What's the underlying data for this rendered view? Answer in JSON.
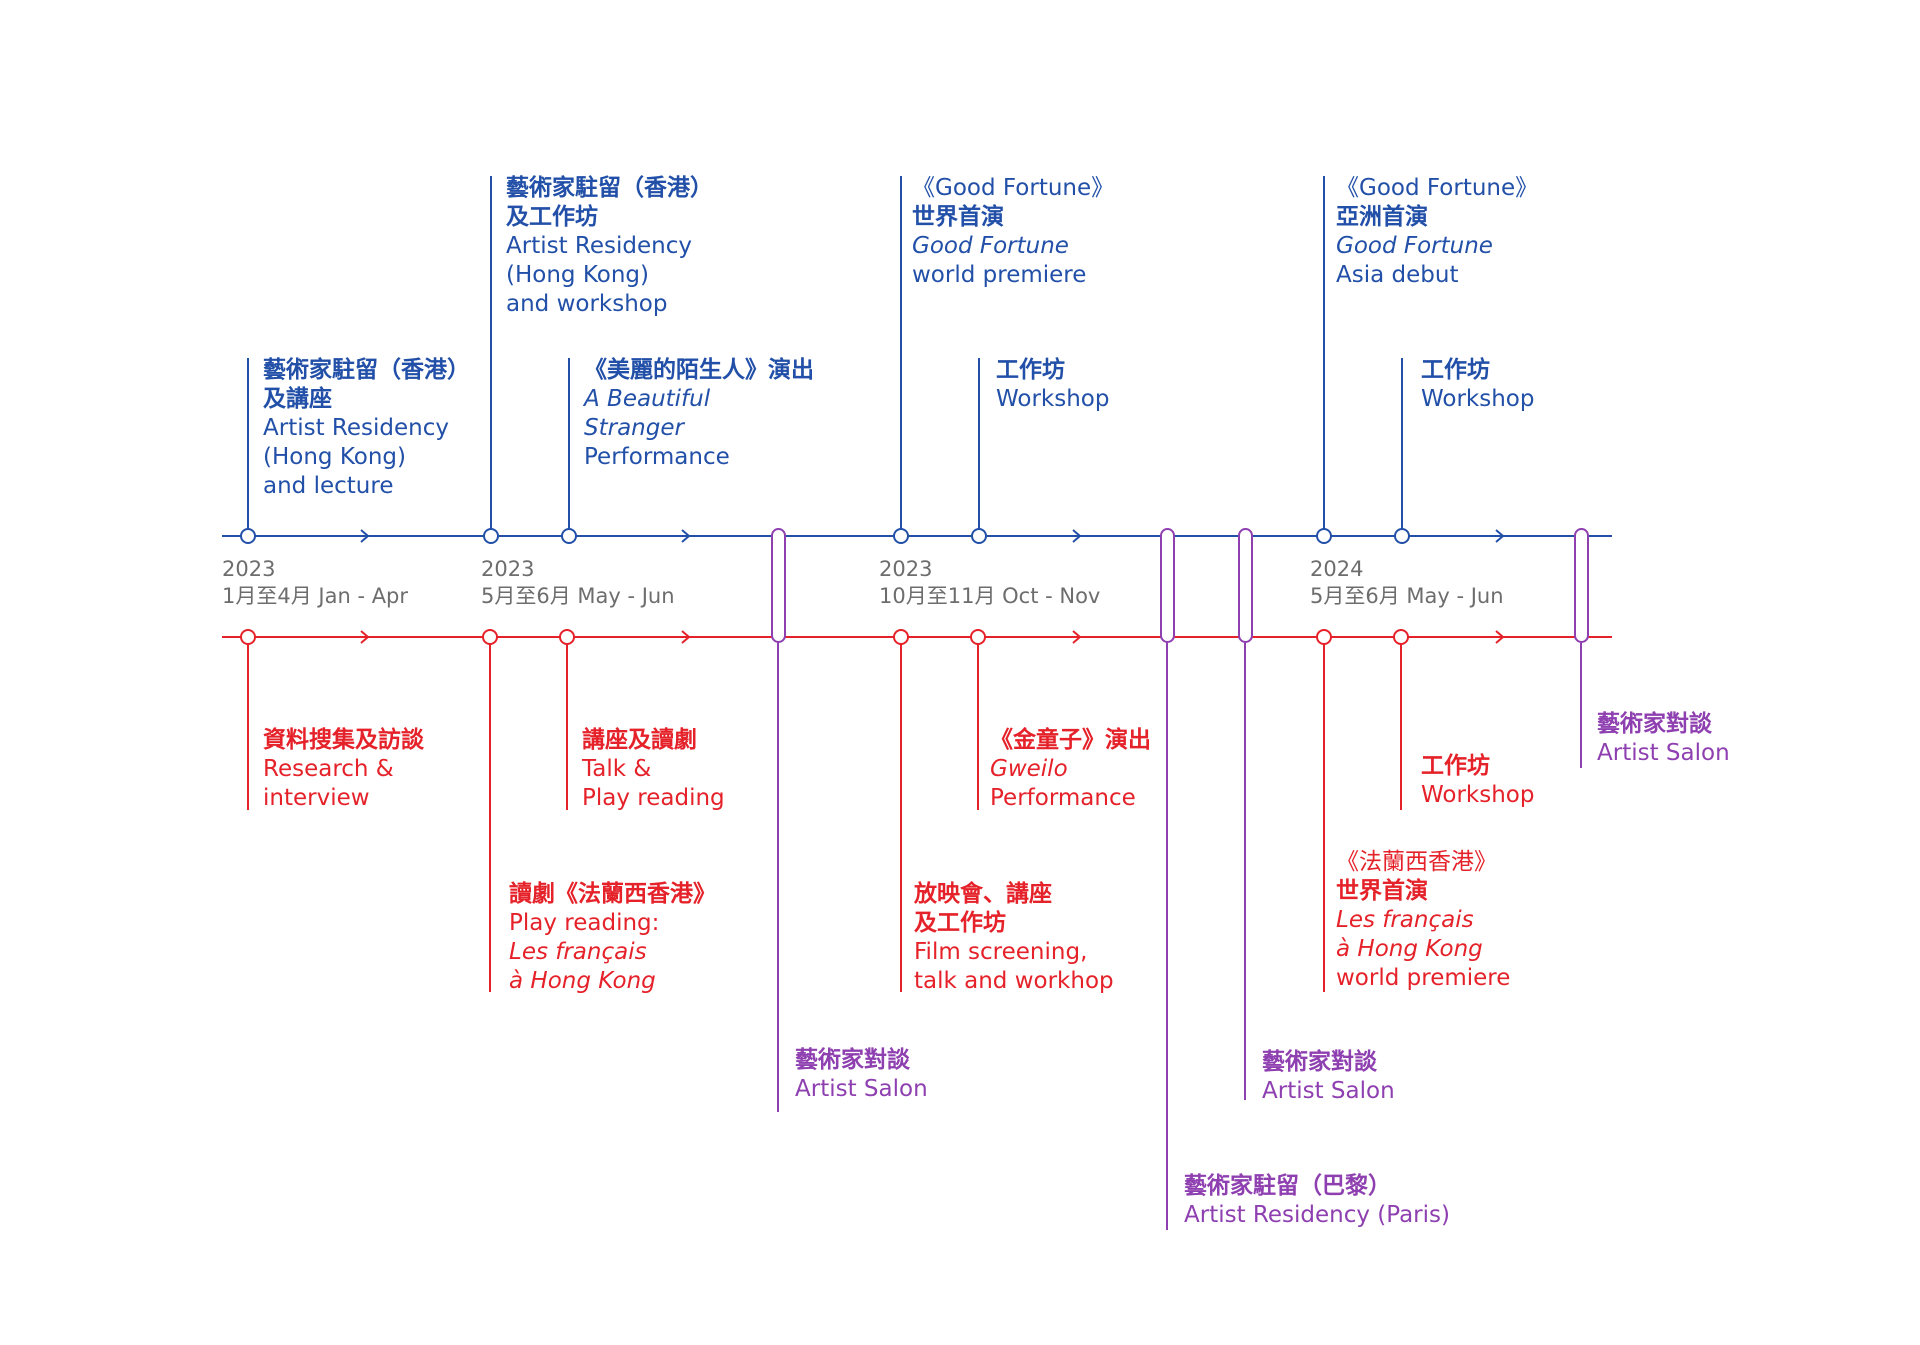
{
  "colors": {
    "blue": "#2250a8",
    "red": "#e5222a",
    "purple": "#8e3fb0",
    "date": "#6d6d6d"
  },
  "dates": [
    {
      "year": "2023",
      "range": "1月至4月 Jan - Apr"
    },
    {
      "year": "2023",
      "range": "5月至6月 May - Jun"
    },
    {
      "year": "2023",
      "range": "10月至11月 Oct - Nov"
    },
    {
      "year": "2024",
      "range": "5月至6月 May - Jun"
    }
  ],
  "blue_events": [
    {
      "zh1": "藝術家駐留（香港）",
      "zh2": "及講座",
      "en1": "Artist Residency",
      "en2": "(Hong Kong)",
      "en3": "and lecture"
    },
    {
      "zh1": "藝術家駐留（香港）",
      "zh2": "及工作坊",
      "en1": "Artist Residency",
      "en2": "(Hong Kong)",
      "en3": "and workshop"
    },
    {
      "zh1": "《美麗的陌生人》演出",
      "en1": "A Beautiful",
      "en2": "Stranger",
      "en3": "Performance"
    },
    {
      "zh1": "《Good Fortune》",
      "zh2": "世界首演",
      "en1": "Good Fortune",
      "en2": "world premiere"
    },
    {
      "zh1": "工作坊",
      "en1": "Workshop"
    },
    {
      "zh1": "《Good Fortune》",
      "zh2": "亞洲首演",
      "en1": "Good Fortune",
      "en2": "Asia debut"
    },
    {
      "zh1": "工作坊",
      "en1": "Workshop"
    }
  ],
  "red_events": [
    {
      "zh1": "資料搜集及訪談",
      "en1": "Research &",
      "en2": "interview"
    },
    {
      "zh1": "讀劇《法蘭西香港》",
      "en1": "Play reading:",
      "en2": "Les français",
      "en3": "à Hong Kong"
    },
    {
      "zh1": "講座及讀劇",
      "en1": "Talk &",
      "en2": "Play reading"
    },
    {
      "zh1": "放映會、講座",
      "zh2": "及工作坊",
      "en1": "Film screening,",
      "en2": "talk and workhop"
    },
    {
      "zh1": "《金童子》演出",
      "en1": "Gweilo",
      "en2": "Performance"
    },
    {
      "zh1": "《法蘭西香港》",
      "zh2": "世界首演",
      "en1": "Les français",
      "en2": "à Hong Kong",
      "en3": "world premiere"
    },
    {
      "zh1": "工作坊",
      "en1": "Workshop"
    }
  ],
  "purple_events": [
    {
      "zh1": "藝術家對談",
      "en1": "Artist Salon"
    },
    {
      "zh1": "藝術家駐留（巴黎）",
      "en1": "Artist Residency (Paris)"
    },
    {
      "zh1": "藝術家對談",
      "en1": "Artist Salon"
    },
    {
      "zh1": "藝術家對談",
      "en1": "Artist Salon"
    }
  ]
}
